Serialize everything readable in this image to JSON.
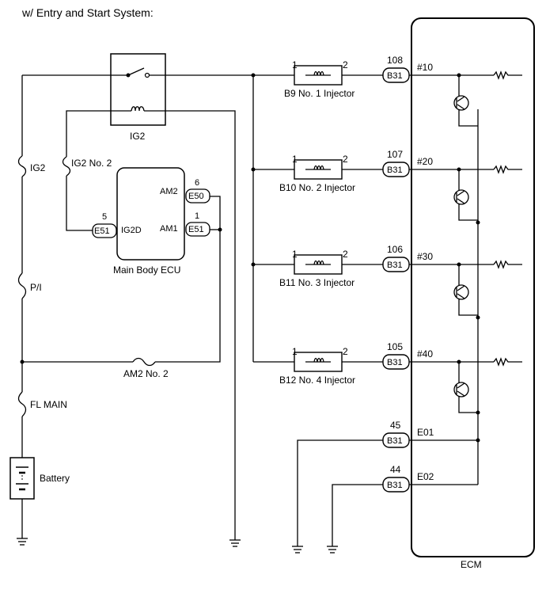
{
  "header": {
    "title": "w/ Entry and Start System:"
  },
  "relay": {
    "label": "IG2"
  },
  "fuses": {
    "ig2": "IG2",
    "ig2_no2": "IG2 No. 2",
    "pi": "P/I",
    "fl_main": "FL MAIN",
    "am2_no2": "AM2 No. 2"
  },
  "battery": {
    "label": "Battery"
  },
  "main_body_ecu": {
    "label": "Main Body ECU",
    "pins": [
      {
        "name": "AM2",
        "num": "6",
        "connector": "E50"
      },
      {
        "name": "AM1",
        "num": "1",
        "connector": "E51"
      },
      {
        "name": "IG2D",
        "num": "5",
        "connector": "E51"
      }
    ]
  },
  "injectors": [
    {
      "label": "B9 No. 1 Injector",
      "pin_in": "1",
      "pin_out": "2",
      "ecm_pin": "108",
      "connector": "B31",
      "terminal": "#10"
    },
    {
      "label": "B10 No. 2 Injector",
      "pin_in": "1",
      "pin_out": "2",
      "ecm_pin": "107",
      "connector": "B31",
      "terminal": "#20"
    },
    {
      "label": "B11 No. 3 Injector",
      "pin_in": "1",
      "pin_out": "2",
      "ecm_pin": "106",
      "connector": "B31",
      "terminal": "#30"
    },
    {
      "label": "B12 No. 4 Injector",
      "pin_in": "1",
      "pin_out": "2",
      "ecm_pin": "105",
      "connector": "B31",
      "terminal": "#40"
    }
  ],
  "grounds": [
    {
      "num": "45",
      "connector": "B31",
      "terminal": "E01"
    },
    {
      "num": "44",
      "connector": "B31",
      "terminal": "E02"
    }
  ],
  "ecm": {
    "label": "ECM"
  }
}
